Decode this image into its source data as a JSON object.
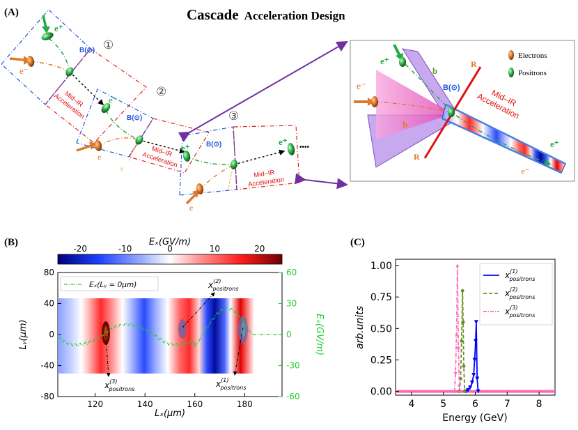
{
  "title": {
    "main": "Cascade",
    "rest": "Acceleration Design"
  },
  "panels": {
    "a": "(A)",
    "b": "(B)",
    "c": "(C)"
  },
  "schematic": {
    "stages": [
      "①",
      "②",
      "③"
    ],
    "bfield": "B(⊙)",
    "midir_line1": "Mid–IR",
    "midir_line2": "Acceleration",
    "e_plus": "e⁺",
    "e_minus": "e⁻",
    "e_small": "e",
    "dots": "••••"
  },
  "inset": {
    "legend_electrons": "Electrons",
    "legend_positrons": "Positrons",
    "label_b": "b",
    "label_R": "R",
    "bfield": "B(⊙)",
    "midir_line1": "Mid–IR",
    "midir_line2": "Acceleration",
    "e_plus": "e⁺",
    "e_minus": "e⁻"
  },
  "field_map": {
    "colorbar_label": "Eₓ(GV/m)",
    "colorbar_ticks": [
      "-20",
      "-10",
      "0",
      "10",
      "20"
    ],
    "colorbar_range": [
      -25,
      25
    ],
    "xlabel": "Lₓ(μm)",
    "ylabel": "Lᵧ(μm)",
    "y2label": "Eₓ(GV/m)",
    "x_ticks": [
      120,
      140,
      160,
      180
    ],
    "x_range": [
      105,
      195
    ],
    "y_ticks": [
      80,
      40,
      0,
      -40,
      -80
    ],
    "y_range": [
      -80,
      80
    ],
    "y2_ticks": [
      60,
      30,
      0,
      -30,
      -60
    ],
    "y2_range": [
      -60,
      60
    ],
    "legend": "Eₓ(Lᵧ = 0μm)",
    "colors": {
      "green": "#22cc33",
      "red": "#cc0000",
      "blue": "#00008b"
    },
    "annotations": [
      {
        "base": "x",
        "sup": "(3)",
        "sub": "positrons"
      },
      {
        "base": "x",
        "sup": "(2)",
        "sub": "positrons"
      },
      {
        "base": "x",
        "sup": "(1)",
        "sub": "positrons"
      }
    ]
  },
  "chart_data": {
    "type": "line",
    "xlabel": "Energy (GeV)",
    "ylabel": "arb.units",
    "xlim": [
      3.5,
      8.5
    ],
    "ylim": [
      -0.03,
      1.05
    ],
    "x_ticks": [
      "4",
      "5",
      "6",
      "7",
      "8"
    ],
    "y_ticks": [
      "0.00",
      "0.25",
      "0.50",
      "0.75",
      "1.00"
    ],
    "legend_position": "top-right",
    "series": [
      {
        "name": "x(1) positrons",
        "label_sup": "(1)",
        "color": "#0000ff",
        "marker": "triangle-down",
        "linestyle": "solid",
        "x": [
          5.72,
          5.78,
          5.84,
          5.9,
          5.95,
          5.98,
          6.01,
          6.03,
          6.06,
          6.09
        ],
        "y": [
          0.0,
          0.01,
          0.03,
          0.07,
          0.13,
          0.25,
          0.4,
          0.55,
          0.1,
          0.0
        ]
      },
      {
        "name": "x(2) positrons",
        "label_sup": "(2)",
        "color": "#6b8e23",
        "marker": "circle",
        "linestyle": "dashed",
        "x": [
          5.5,
          5.54,
          5.57,
          5.6,
          5.62,
          5.64,
          5.67
        ],
        "y": [
          0.0,
          0.1,
          0.4,
          0.8,
          0.55,
          0.2,
          0.0
        ]
      },
      {
        "name": "x(3) positrons",
        "label_sup": "(3)",
        "color": "#ff69b4",
        "marker": "star",
        "linestyle": "dashdot",
        "x": [
          5.35,
          5.38,
          5.41,
          5.44,
          5.47,
          5.5,
          5.52
        ],
        "y": [
          0.0,
          0.15,
          0.45,
          1.0,
          0.35,
          0.05,
          0.0
        ]
      }
    ],
    "baseline": {
      "y": 0.0,
      "x": [
        3.5,
        8.5
      ]
    }
  }
}
